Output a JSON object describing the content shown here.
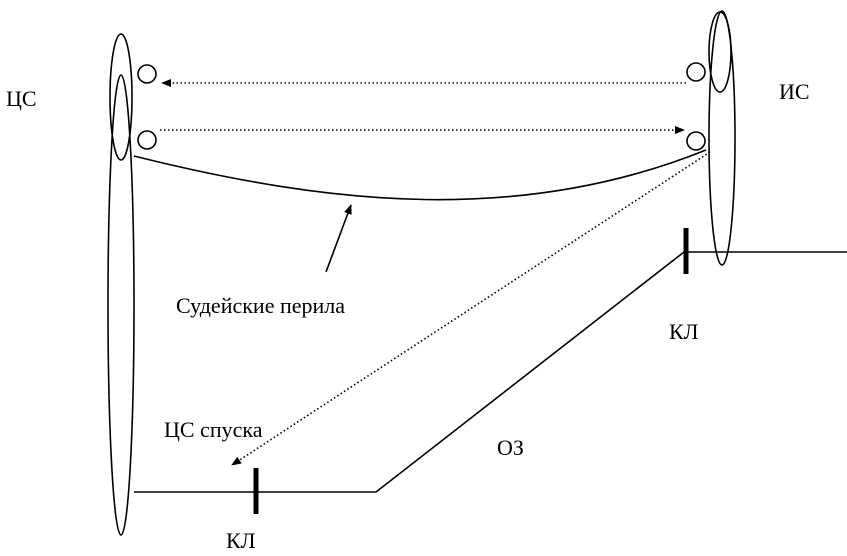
{
  "labels": {
    "left_station": "ЦС",
    "right_station": "ИС",
    "judge_rail": "Судейские перила",
    "descent_station": "ЦС спуска",
    "danger_zone": "ОЗ",
    "control_line_right": "КЛ",
    "control_line_left": "КЛ"
  },
  "colors": {
    "line": "#000000",
    "background": "#ffffff"
  }
}
